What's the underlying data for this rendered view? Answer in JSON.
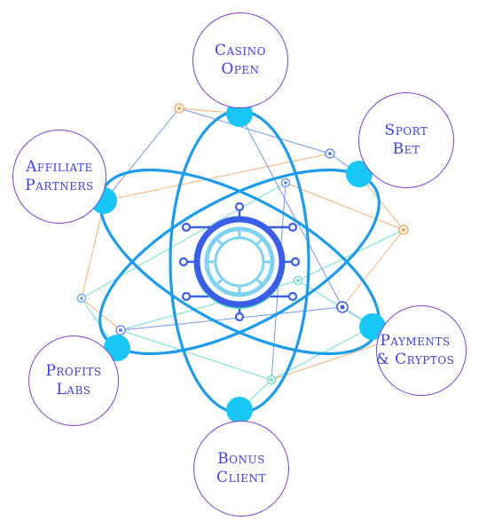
{
  "nodes": [
    {
      "id": "casino",
      "label": "Casino\nOpen"
    },
    {
      "id": "sport",
      "label": "Sport\nBet"
    },
    {
      "id": "payments",
      "label": "Payments\n& Cryptos"
    },
    {
      "id": "bonus",
      "label": "Bonus\nClient"
    },
    {
      "id": "profits",
      "label": "Profits\nLabs"
    },
    {
      "id": "affiliate",
      "label": "Affiliate\nPartners"
    }
  ],
  "colors": {
    "orbit": "#1e9be9",
    "node_dot": "#19c7f7",
    "circle_border": "#7b3fd1",
    "label_text": "#3b3fe0",
    "hub_outer": "#3a5ee8",
    "hub_inner": "#7fd3ef",
    "hub_accent": "#3ed8b4",
    "net_orange": "#f4a35a",
    "net_blue": "#5d84e6",
    "net_teal": "#58d9c9"
  }
}
